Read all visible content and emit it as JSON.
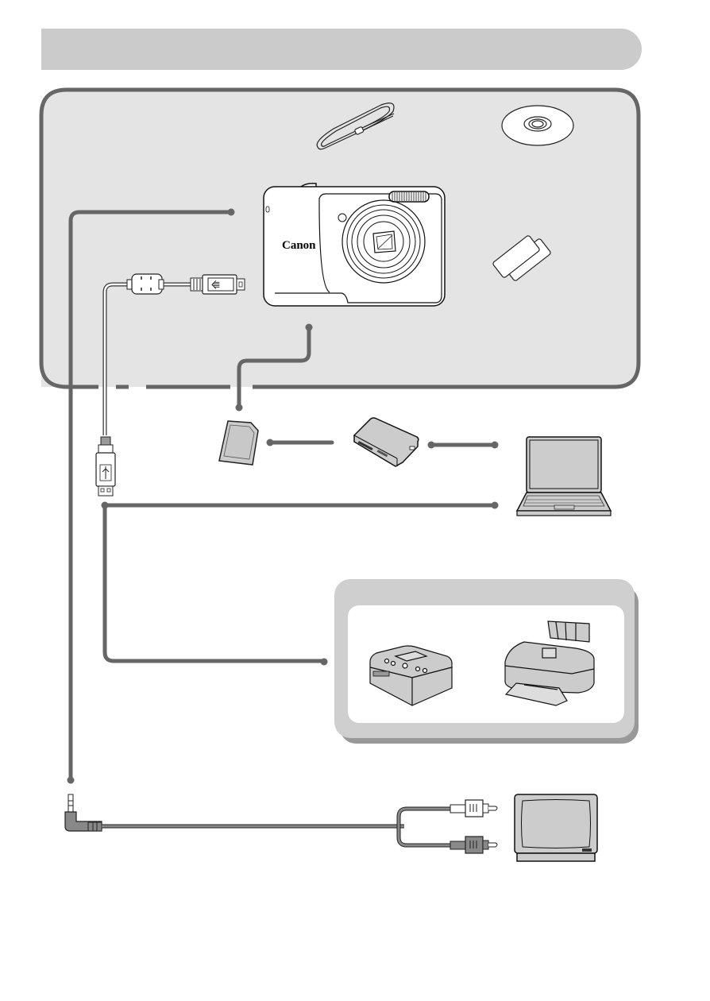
{
  "page": {
    "header_title": "",
    "colors": {
      "header_bar": "#cbcbcb",
      "panel_fill": "#e4e4e4",
      "connector": "#666666",
      "device_fill": "#cccccc",
      "outline": "#111111"
    }
  },
  "camera": {
    "brand_logo": "Canon"
  },
  "diagram": {
    "included_items": [
      {
        "name": "wrist-strap"
      },
      {
        "name": "cd-rom"
      },
      {
        "name": "camera"
      },
      {
        "name": "aa-batteries"
      },
      {
        "name": "interface-cable"
      }
    ],
    "external_devices": [
      {
        "name": "memory-card"
      },
      {
        "name": "card-reader"
      },
      {
        "name": "computer"
      },
      {
        "name": "compact-photo-printer"
      },
      {
        "name": "inkjet-printer"
      },
      {
        "name": "av-cable"
      },
      {
        "name": "tv"
      }
    ]
  }
}
